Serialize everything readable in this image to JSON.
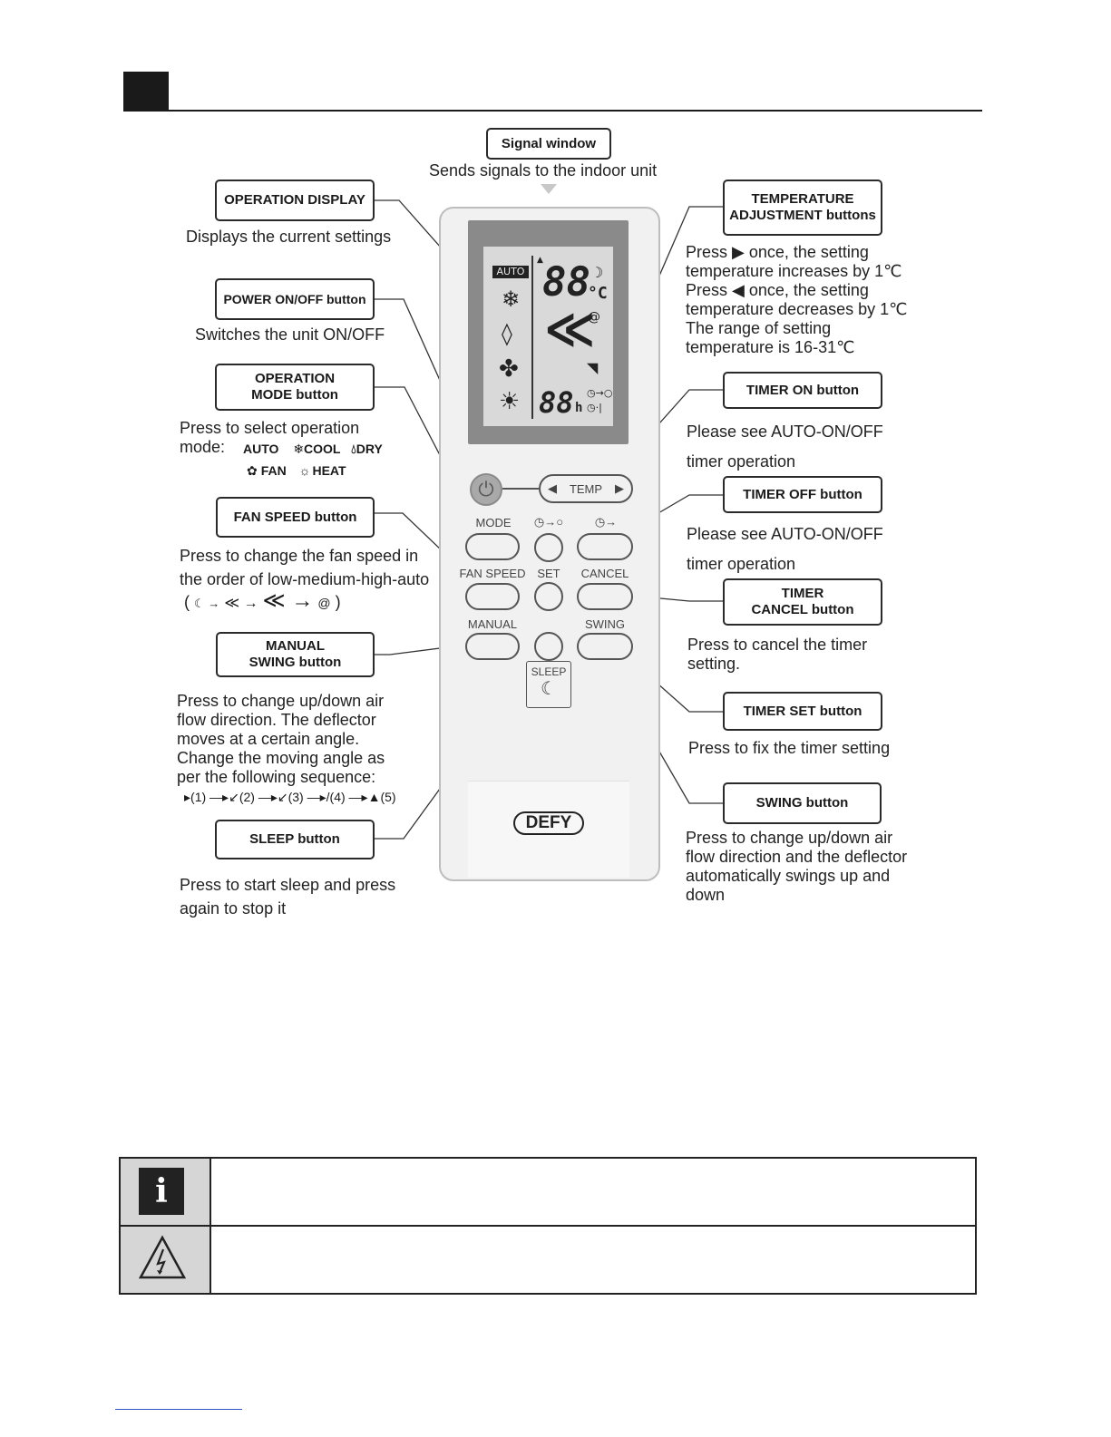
{
  "top_label": {
    "title": "Signal window",
    "desc": "Sends signals to the indoor unit"
  },
  "left_labels": [
    {
      "key": "operation_display",
      "lines": [
        "OPERATION DISPLAY"
      ],
      "desc": [
        "Displays the current settings"
      ]
    },
    {
      "key": "power",
      "lines": [
        "POWER ON/OFF button"
      ],
      "desc": [
        "Switches the unit ON/OFF"
      ]
    },
    {
      "key": "mode",
      "lines": [
        "OPERATION",
        "MODE button"
      ],
      "desc": [
        "Press to select operation",
        "mode:"
      ]
    },
    {
      "key": "fan_speed",
      "lines": [
        "FAN SPEED button"
      ],
      "desc": [
        "Press to change the fan speed in",
        "the order of low-medium-high-auto"
      ]
    },
    {
      "key": "manual_swing",
      "lines": [
        "MANUAL",
        "SWING button"
      ],
      "desc": [
        "Press to change up/down air",
        "flow direction. The deflector",
        "moves at a certain angle.",
        "Change the moving angle as",
        "per the following sequence:"
      ]
    },
    {
      "key": "sleep",
      "lines": [
        "SLEEP button"
      ],
      "desc": [
        "Press to start sleep and press",
        "again to stop it"
      ]
    }
  ],
  "right_labels": [
    {
      "key": "temperature",
      "lines": [
        "TEMPERATURE",
        "ADJUSTMENT buttons"
      ],
      "desc": [
        "Press ▶ once, the setting",
        "temperature increases by 1℃",
        "Press ◀ once, the setting",
        "temperature decreases by 1℃",
        "The range of setting",
        "temperature is 16-31℃"
      ]
    },
    {
      "key": "timer_on",
      "lines": [
        "TIMER ON button"
      ],
      "desc": [
        "Please see  AUTO-ON/OFF",
        "timer operation"
      ]
    },
    {
      "key": "timer_off",
      "lines": [
        "TIMER OFF button"
      ],
      "desc": [
        "Please see  AUTO-ON/OFF",
        "timer operation"
      ]
    },
    {
      "key": "timer_cancel",
      "lines": [
        "TIMER",
        "CANCEL button"
      ],
      "desc": [
        "Press to cancel the timer",
        "setting."
      ]
    },
    {
      "key": "timer_set",
      "lines": [
        "TIMER SET button"
      ],
      "desc": [
        "Press to fix the timer setting"
      ]
    },
    {
      "key": "swing",
      "lines": [
        "SWING button"
      ],
      "desc": [
        "Press to change up/down air",
        "flow direction and the deflector",
        "automatically swings up and",
        "down"
      ]
    }
  ],
  "modes": {
    "auto": "AUTO",
    "cool": "COOL",
    "dry": "DRY",
    "fan": "FAN",
    "heat": "HEAT"
  },
  "fan_sequence": {
    "open": "(",
    "close": ")"
  },
  "swing_sequence": [
    "(1)",
    "(2)",
    "(3)",
    "(4)",
    "(5)"
  ],
  "remote": {
    "lcd_auto": "AUTO",
    "lcd_temp": "88",
    "lcd_unit": "°C",
    "lcd_timer": "88",
    "lcd_hour": "h",
    "temp_key": "TEMP",
    "key_labels": {
      "mode": "MODE",
      "timer_on": "◷→○",
      "timer_off": "◷→",
      "fan_speed": "FAN SPEED",
      "set": "SET",
      "cancel": "CANCEL",
      "manual": "MANUAL",
      "swing": "SWING",
      "sleep": "SLEEP"
    },
    "brand": "DEFY"
  },
  "icons": {
    "info": "info-icon",
    "warning": "lightning-warning-icon",
    "power": "power-icon"
  }
}
